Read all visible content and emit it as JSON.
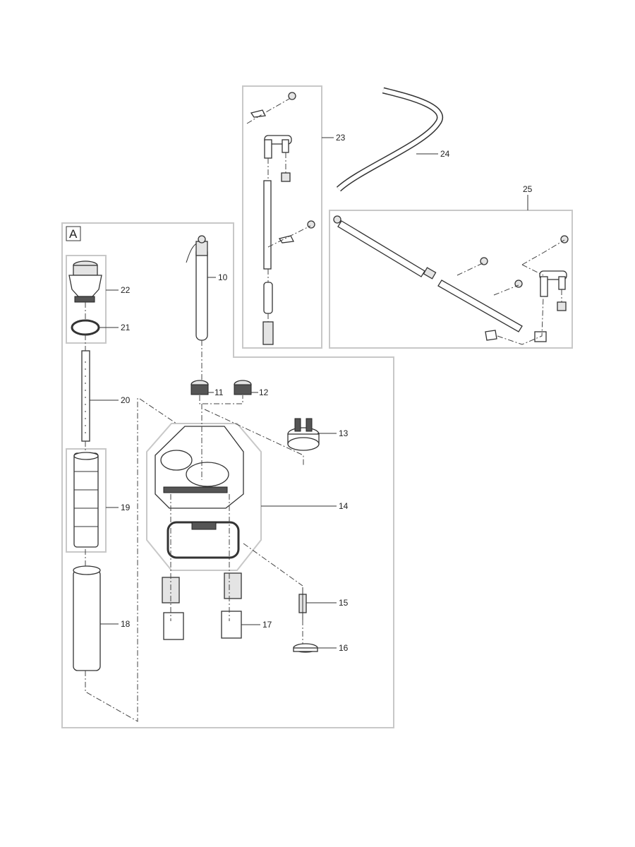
{
  "group_label": "A",
  "parts": {
    "p10": "10",
    "p11": "11",
    "p12": "12",
    "p13": "13",
    "p14": "14",
    "p15": "15",
    "p16": "16",
    "p17": "17",
    "p18": "18",
    "p19": "19",
    "p20": "20",
    "p21": "21",
    "p22": "22",
    "p23": "23",
    "p24": "24",
    "p25": "25"
  }
}
